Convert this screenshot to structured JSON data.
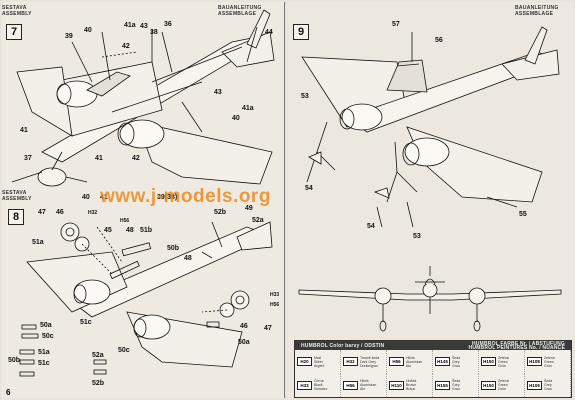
{
  "step7": {
    "number": "7",
    "header_left": "SESTAVA\nASSEMBLY",
    "header_right": "BAUANLEITUNG\nASSEMBLAGE"
  },
  "step8": {
    "number": "8",
    "header_left": "SESTAVA\nASSEMBLY"
  },
  "step9": {
    "number": "9",
    "header_right": "BAUANLEITUNG\nASSEMBLAGE"
  },
  "watermark": "www.j-models.org",
  "labels7": [
    "40",
    "41a",
    "43",
    "36",
    "39",
    "42",
    "38",
    "44",
    "43",
    "41a",
    "40",
    "41",
    "41",
    "37",
    "42",
    "40",
    "41",
    "39(38)"
  ],
  "labels8": [
    "47",
    "46",
    "H32",
    "H56",
    "45",
    "48",
    "52b",
    "49",
    "52a",
    "51a",
    "51b",
    "50b",
    "48",
    "51c",
    "50c",
    "H33",
    "H56",
    "47",
    "46",
    "50a"
  ],
  "labels9": [
    "57",
    "56",
    "53",
    "54",
    "55",
    "54",
    "53"
  ],
  "parts_left": [
    "50a",
    "50c",
    "51a",
    "51c",
    "50b",
    "52a",
    "52b"
  ],
  "color_table": {
    "head_left": "HUMBROL Color barvy / ODSTIN",
    "head_right": "HUMBROL FARBE Nr. / ABSTUFUNG\nHUMBROL PEINTURES No. / NUANCE",
    "cells": [
      {
        "code": "H20",
        "names": "Matt\nSilber\nArgent"
      },
      {
        "code": "H32",
        "names": "Tmavě šedá\nDark Grey\nDunkelgrau"
      },
      {
        "code": "H56",
        "names": "Hliník\nAluminium\nAlu"
      },
      {
        "code": "H145",
        "names": "Šedá\nGrey\nGrau"
      },
      {
        "code": "H150",
        "names": "Zelená\nGreen\nGrün"
      },
      {
        "code": "H108",
        "names": "Zelená\nGreen\nGrün"
      },
      {
        "code": "H33",
        "names": "Černá\nBlack\nSchwarz"
      },
      {
        "code": "H56",
        "names": "Hliník\nAluminium\nAlu"
      },
      {
        "code": "H110",
        "names": "Hnědá\nBrown\nBraun"
      },
      {
        "code": "H155",
        "names": "Šedá\nGrey\nGrau"
      },
      {
        "code": "H150",
        "names": "Zelená\nGreen\nGrün"
      },
      {
        "code": "H106",
        "names": "Šedá\nGrey\nGrau"
      }
    ]
  },
  "corner": "6"
}
